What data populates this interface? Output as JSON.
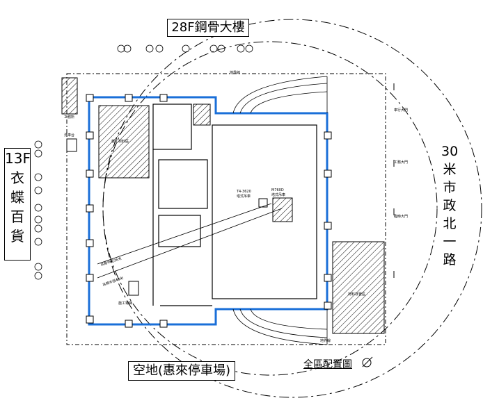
{
  "labels": {
    "top_building": "28F鋼骨大樓",
    "left_building_chars": [
      "13F",
      "衣",
      "蝶",
      "百",
      "貨"
    ],
    "bottom_lot": "空地(惠來停車場)",
    "right_road_chars": [
      "30",
      "米",
      "市",
      "政",
      "北",
      "一",
      "路"
    ],
    "site_plan": "全區配置圖"
  },
  "small_labels": {
    "guardroom": "工務所",
    "material_area_left": "施工材料區",
    "material_area_right": "材料存置區",
    "crane_model": "T4-3620",
    "crane_type": "塔式吊車",
    "crane_model_2": "M760D",
    "crane_type_2": "塔式吊車",
    "radius_1": "吊臂半徑36米",
    "radius_2": "吊臂半徑40米",
    "lift": "施工電梯",
    "gate_1": "車行大門",
    "gate_2": "工務大門",
    "gate_3": "臨時大門",
    "boundary_top": "地界線",
    "boundary_bottom": "地界線",
    "washing": "洗車台"
  },
  "colors": {
    "outline": "#1a6fd8",
    "lines": "#000000",
    "hatch": "#000000"
  }
}
